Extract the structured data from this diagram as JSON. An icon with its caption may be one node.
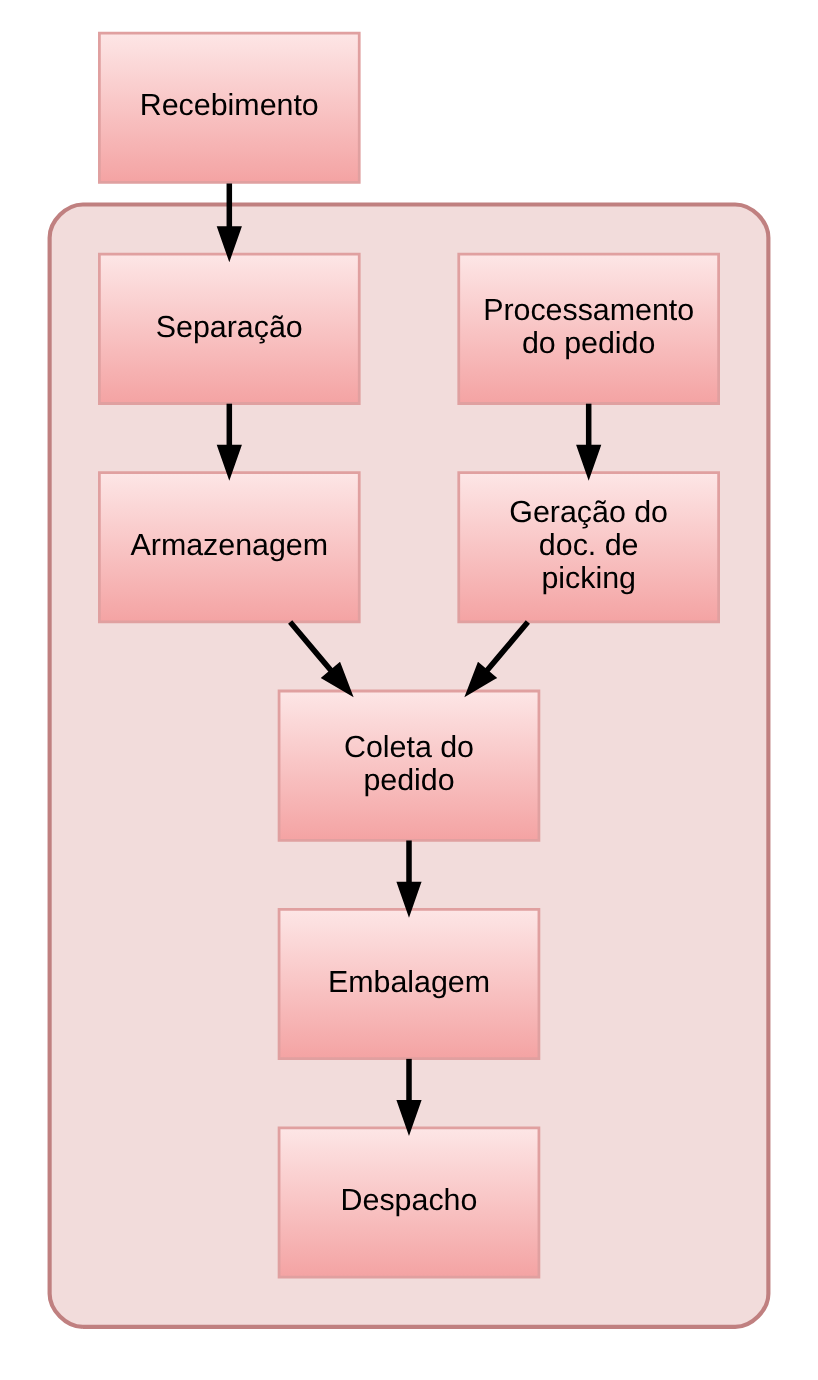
{
  "diagram": {
    "nodes": [
      {
        "text": [
          "Recebimento"
        ]
      },
      {
        "text": [],
        "shape": "box"
      },
      {
        "text": [
          "Processamento do pedido"
        ],
        "in": 1
      },
      {
        "text": [
          "Separação"
        ],
        "in": 1
      },
      {
        "text": [
          "Geração do doc. de picking"
        ],
        "in": 1
      },
      {
        "text": [
          "Armazenagem"
        ],
        "in": 1
      },
      {
        "text": [
          "Coleta do pedido"
        ],
        "in": 1
      },
      {
        "text": [
          "Embalagem"
        ],
        "in": 1
      },
      {
        "text": [
          "Despacho"
        ],
        "in": 1
      }
    ],
    "edges": [
      {
        "from": 0,
        "to": 3,
        "arrow": "to"
      },
      {
        "from": 2,
        "to": 4,
        "arrow": "to"
      },
      {
        "from": 3,
        "to": 5,
        "arrow": "to"
      },
      {
        "from": 4,
        "to": 6,
        "arrow": "to"
      },
      {
        "from": 5,
        "to": 6,
        "arrow": "to"
      },
      {
        "from": 6,
        "to": 7,
        "arrow": "to"
      },
      {
        "from": 7,
        "to": 8,
        "arrow": "to"
      }
    ]
  }
}
